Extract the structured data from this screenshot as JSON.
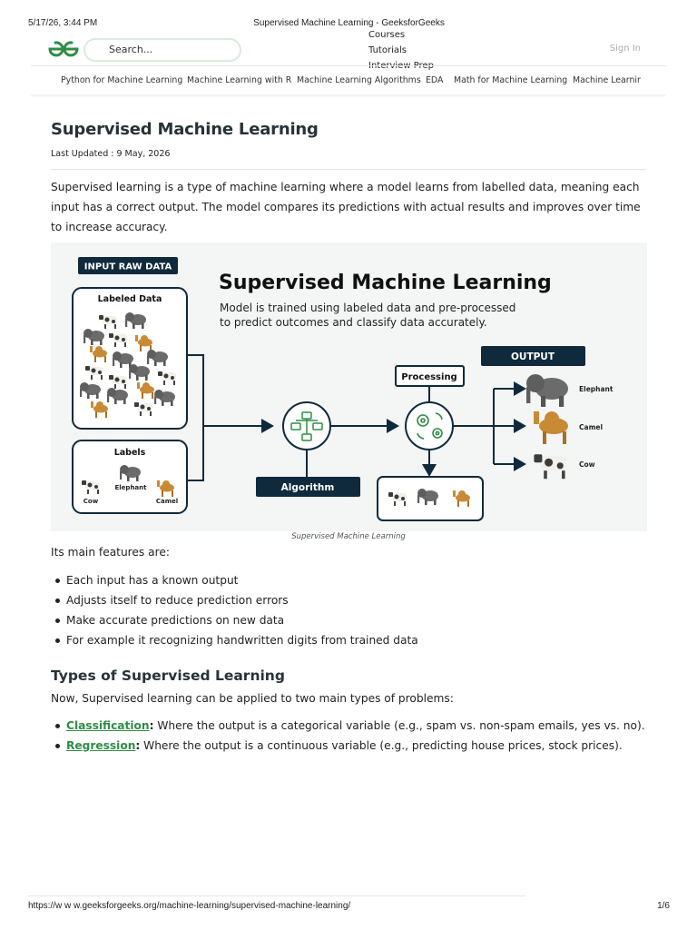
{
  "print": {
    "timestamp": "5/17/26, 3:44 PM",
    "page_title": "Supervised Machine Learning - GeeksforGeeks",
    "url": "https://w w w.geeksforgeeks.org/machine-learning/supervised-machine-learning/",
    "page_number": "1/6"
  },
  "header": {
    "search_placeholder": "Search...",
    "menu": [
      "Courses",
      "Tutorials",
      "Interview Prep"
    ],
    "signin": "Sign In",
    "brand_color": "#2f8d46"
  },
  "catnav": [
    "Python for Machine Learning",
    "Machine Learning with R",
    "Machine Learning Algorithms",
    "EDA",
    "Math for Machine Learning",
    "Machine Learning"
  ],
  "article": {
    "title": "Supervised Machine Learning",
    "updated": "Last Updated : 9 May, 2026",
    "intro": "Supervised learning is a type of machine learning where a model learns from labelled data, meaning each input has a correct output. The model compares its predictions with actual results and improves over time to increase accuracy.",
    "caption": "Supervised Machine Learning",
    "features_intro": "Its main features are:",
    "features": [
      "Each input has a known output",
      "Adjusts itself to reduce prediction errors",
      "Make accurate predictions on new data",
      "For example it recognizing handwritten digits from trained data"
    ],
    "types_heading": "Types of Supervised Learning",
    "types_intro": "Now, Supervised learning can be applied to two main types of problems:",
    "types": [
      {
        "term": "Classification",
        "sep": ":",
        "desc": " Where the output is a categorical variable (e.g., spam vs. non-spam emails, yes vs. no)."
      },
      {
        "term": "Regression",
        "sep": ":",
        "desc": " Where the output is a continuous variable (e.g., predicting house prices, stock prices)."
      }
    ]
  },
  "figure": {
    "tag_input": "INPUT RAW DATA",
    "title": "Supervised Machine Learning",
    "subtitle1": "Model is trained using labeled data and pre-processed",
    "subtitle2": "to predict outcomes and classify data accurately.",
    "labeled_data": "Labeled Data",
    "labels": "Labels",
    "label_cow": "Cow",
    "label_elephant": "Elephant",
    "label_camel": "Camel",
    "algorithm": "Algorithm",
    "processing": "Processing",
    "output": "OUTPUT",
    "out_elephant": "Elephant",
    "out_camel": "Camel",
    "out_cow": "Cow",
    "navy": "#0f2a3c"
  }
}
